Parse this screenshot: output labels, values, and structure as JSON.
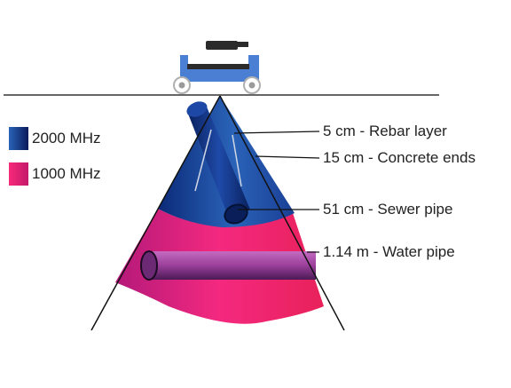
{
  "legend": [
    {
      "label": "2000 MHz",
      "color_light": "#2a63b8",
      "color_dark": "#0a1a5a"
    },
    {
      "label": "1000 MHz",
      "color_light": "#f7287a",
      "color_dark": "#c4196a"
    }
  ],
  "callouts": [
    {
      "label": "5 cm - Rebar layer"
    },
    {
      "label": "15 cm - Concrete ends"
    },
    {
      "label": "51 cm - Sewer pipe"
    },
    {
      "label": "1.14 m - Water pipe"
    }
  ],
  "colors": {
    "device": "#4a7fd3",
    "device_handle": "#2b2b2b",
    "ground_line": "#333333",
    "pipe_purple": "#9b3f9a",
    "sewer_pipe": "#123a8f"
  },
  "icons": {
    "device": "gpr-cart-icon"
  }
}
